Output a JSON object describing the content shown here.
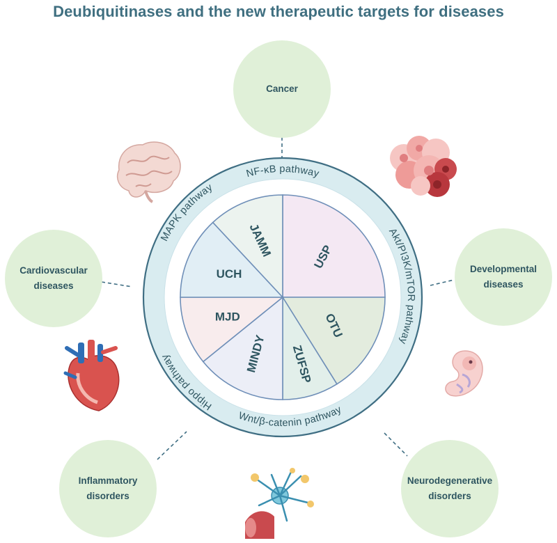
{
  "title": "Deubiquitinases and the new therapeutic targets for diseases",
  "diseases": [
    {
      "id": "cancer",
      "lines": [
        "Cancer"
      ]
    },
    {
      "id": "cardiovascular",
      "lines": [
        "Cardiovascular",
        "diseases"
      ]
    },
    {
      "id": "developmental",
      "lines": [
        "Developmental",
        "diseases"
      ]
    },
    {
      "id": "inflammatory",
      "lines": [
        "Inflammatory",
        "disorders"
      ]
    },
    {
      "id": "neurodegenerative",
      "lines": [
        "Neurodegenerative",
        "disorders"
      ]
    }
  ],
  "pathways": [
    "NF-κB pathway",
    "Akt/PI3K/mTOR pathway",
    "Wnt/β-catenin pathway",
    "Hippo pathway",
    "MAPK  pathway"
  ],
  "dub_families": [
    {
      "label": "USP",
      "color": "#f4e8f3"
    },
    {
      "label": "OTU",
      "color": "#e3ecde"
    },
    {
      "label": "ZUFSP",
      "color": "#e2efea"
    },
    {
      "label": "MINDY",
      "color": "#eceef7"
    },
    {
      "label": "MJD",
      "color": "#f8eced"
    },
    {
      "label": "UCH",
      "color": "#e1eef5"
    },
    {
      "label": "JAMM",
      "color": "#ecf3ef"
    }
  ],
  "colors": {
    "title": "#3f6f80",
    "ring": "#d9ecf0",
    "ring_border": "#3f6e83",
    "disease_circle": "#e0f0d8",
    "text": "#2e5560",
    "pie_border": "#6f8fb8"
  },
  "illustrations": [
    "brain-icon",
    "tumor-cells-icon",
    "heart-icon",
    "embryo-icon",
    "neuron-vessel-icon"
  ]
}
